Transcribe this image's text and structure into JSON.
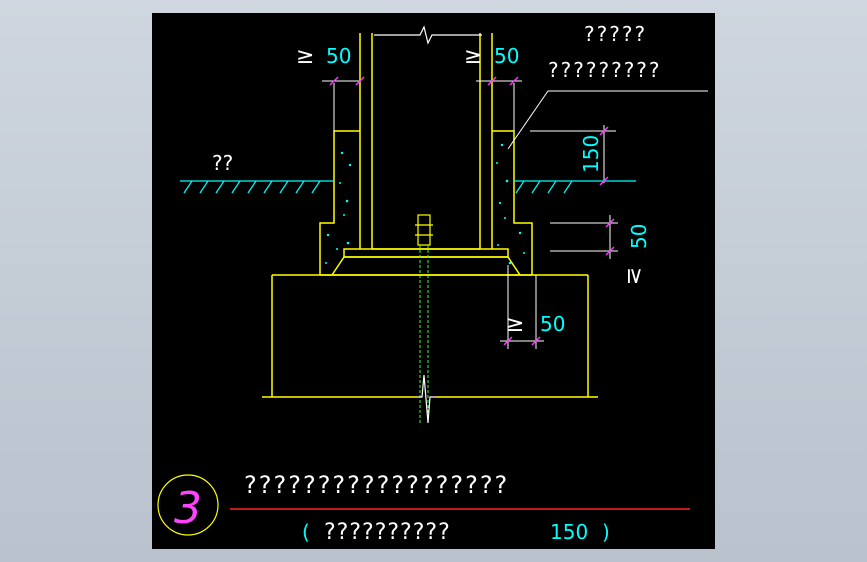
{
  "colors": {
    "background": "#000000",
    "structure": "#ffff00",
    "dimension_tick": "#ff33ff",
    "dimension_text": "#00ffff",
    "annotation": "#ffffff",
    "soil": "#00ffff",
    "bolt": "#33ff33",
    "callout_circle": "#ff44ff",
    "title_line": "#ff2222"
  },
  "annotations": {
    "note_line_1": "?????",
    "note_line_2": "?????????",
    "ground_label": "??"
  },
  "dimensions": {
    "top_left": "50",
    "top_right": "50",
    "right_150": "150",
    "right_50": "50",
    "right_ge": "≥",
    "bottom_50": "50",
    "ge_symbol": "≥"
  },
  "title_block": {
    "number": "3",
    "title": "??????????????????",
    "subtitle_open": "(",
    "subtitle_text": "??????????",
    "scale": "150",
    "subtitle_close": ")"
  }
}
